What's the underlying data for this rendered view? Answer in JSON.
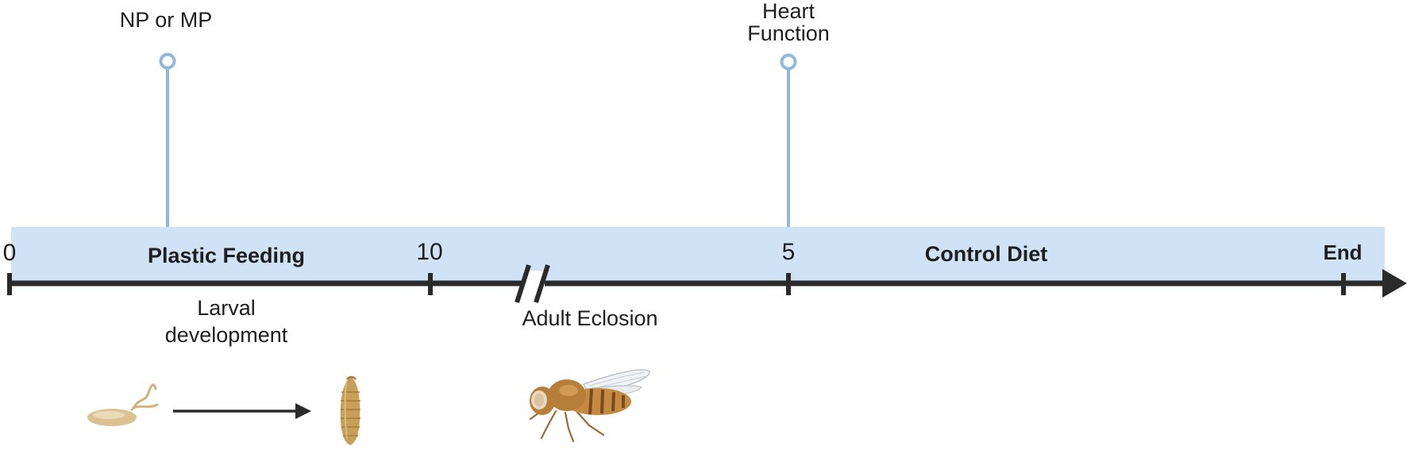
{
  "markers": {
    "np_mp": "NP or MP",
    "heart_line1": "Heart",
    "heart_line2": "Function"
  },
  "timeline": {
    "tick_start": "0",
    "tick_10": "10",
    "tick_5": "5",
    "tick_end": "End",
    "phase_plastic": "Plastic Feeding",
    "phase_control": "Control Diet",
    "larval_line1": "Larval",
    "larval_line2": "development",
    "eclosion": "Adult Eclosion"
  },
  "colors": {
    "band": "#cfe2f6",
    "marker": "#8fb8df",
    "axis": "#2a2a2a",
    "egg": "#dcc193",
    "larva": "#c9a05a",
    "fly_body": "#b77d3a",
    "fly_eye": "#e7d7be"
  },
  "icons": [
    "egg-icon",
    "pupa-icon",
    "fruit-fly-icon"
  ]
}
